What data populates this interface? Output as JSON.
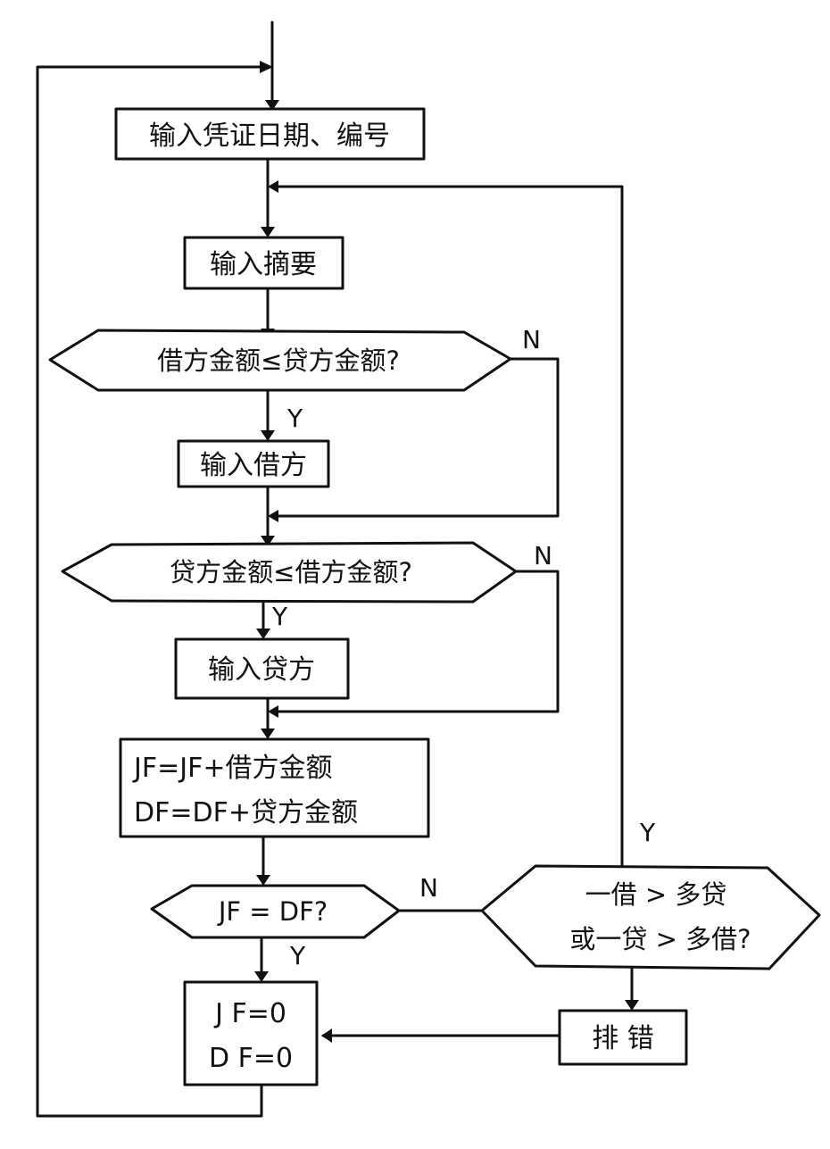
{
  "nodes": {
    "input_date": "输入凭证日期、编号",
    "input_summary": "输入摘要",
    "cond_debit_le_credit": "借方金额≤贷方金额?",
    "input_debit": "输入借方",
    "cond_credit_le_debit": "贷方金额≤借方金额?",
    "input_credit": "输入贷方",
    "accumulate_line1": "JF=JF+借方金额",
    "accumulate_line2": "DF=DF+贷方金额",
    "cond_balanced": "JF = DF?",
    "cond_multi_line1": "一借 > 多贷",
    "cond_multi_line2": "或一贷 > 多借?",
    "reset_line1": "J F=0",
    "reset_line2": "D F=0",
    "fix_error": "排 错"
  },
  "edge_labels": {
    "n1": "N",
    "y1": "Y",
    "n2": "N",
    "y2": "Y",
    "n3": "N",
    "y3": "Y",
    "y4": "Y"
  }
}
